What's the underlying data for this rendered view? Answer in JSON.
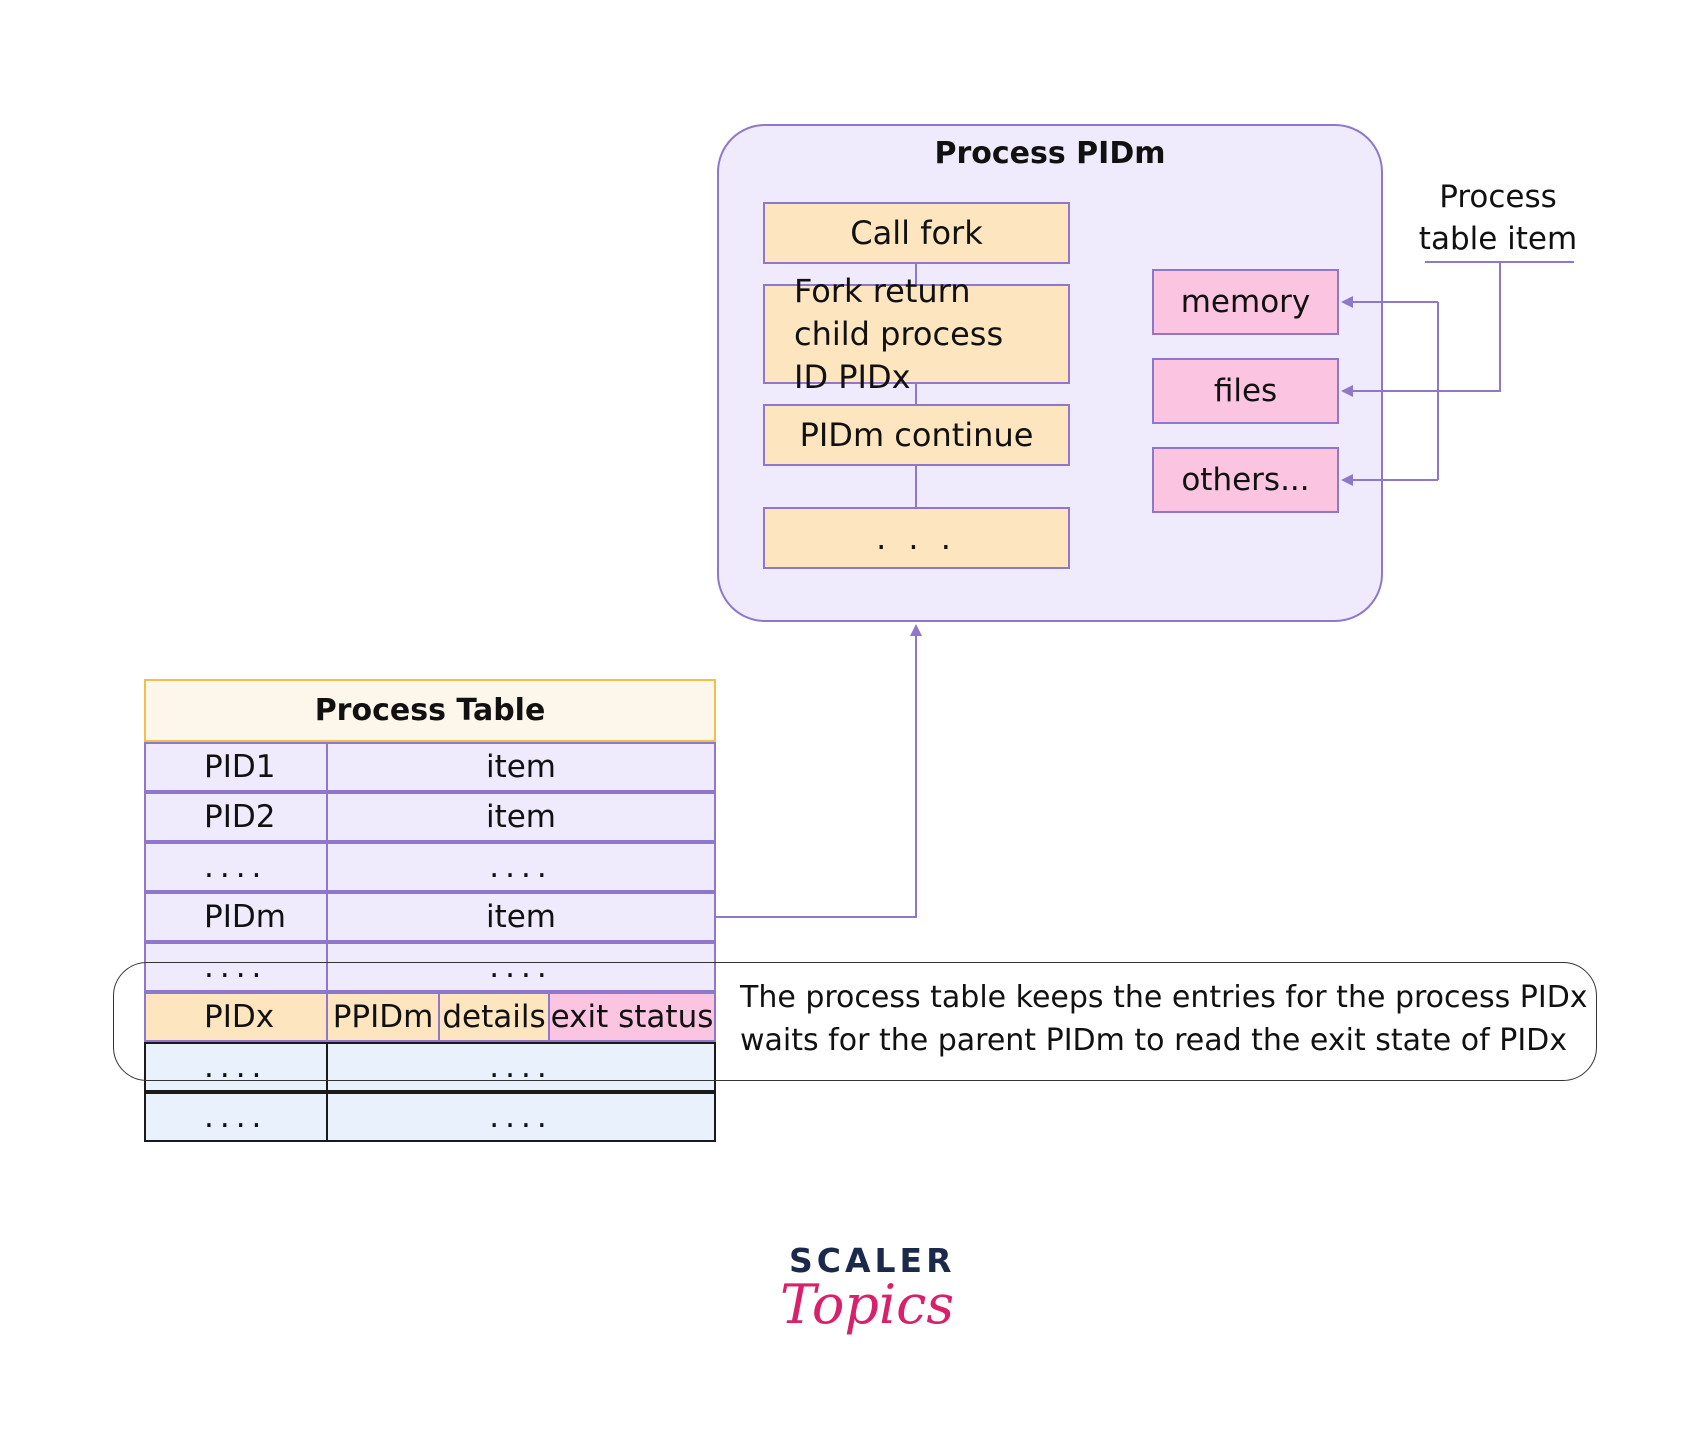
{
  "process_box": {
    "title": "Process PIDm",
    "steps": [
      "Call fork",
      "Fork return child process ID PIDx",
      "PIDm continue",
      ". . ."
    ],
    "resources": [
      "memory",
      "files",
      "others..."
    ],
    "resource_label": "Process table item"
  },
  "process_table": {
    "title": "Process Table",
    "rows": [
      {
        "pid": "PID1",
        "item": "item"
      },
      {
        "pid": "PID2",
        "item": "item"
      },
      {
        "pid": "....",
        "item": "...."
      },
      {
        "pid": "PIDm",
        "item": "item"
      },
      {
        "pid": "....",
        "item": "...."
      }
    ],
    "pidx_row": {
      "pid": "PIDx",
      "ppid": "PPIDm",
      "details": "details",
      "exit_status": "exit status"
    },
    "trailing_rows": [
      {
        "pid": "....",
        "item": "...."
      },
      {
        "pid": "....",
        "item": "...."
      }
    ]
  },
  "note": "The process table keeps the entries for the process PIDx waits for the parent PIDm to read the exit state of PIDx",
  "logo": {
    "line1": "SCALER",
    "line2": "Topics"
  },
  "colors": {
    "process_bg": "#efebfd",
    "border_purple": "#8f78cc",
    "step_orange": "#fde5bf",
    "resource_pink": "#fbc4e1",
    "header_border": "#f2bf4f",
    "blue_row": "#e9f2fc",
    "logo_pink": "#d9206a",
    "logo_navy": "#1b2a4a"
  }
}
